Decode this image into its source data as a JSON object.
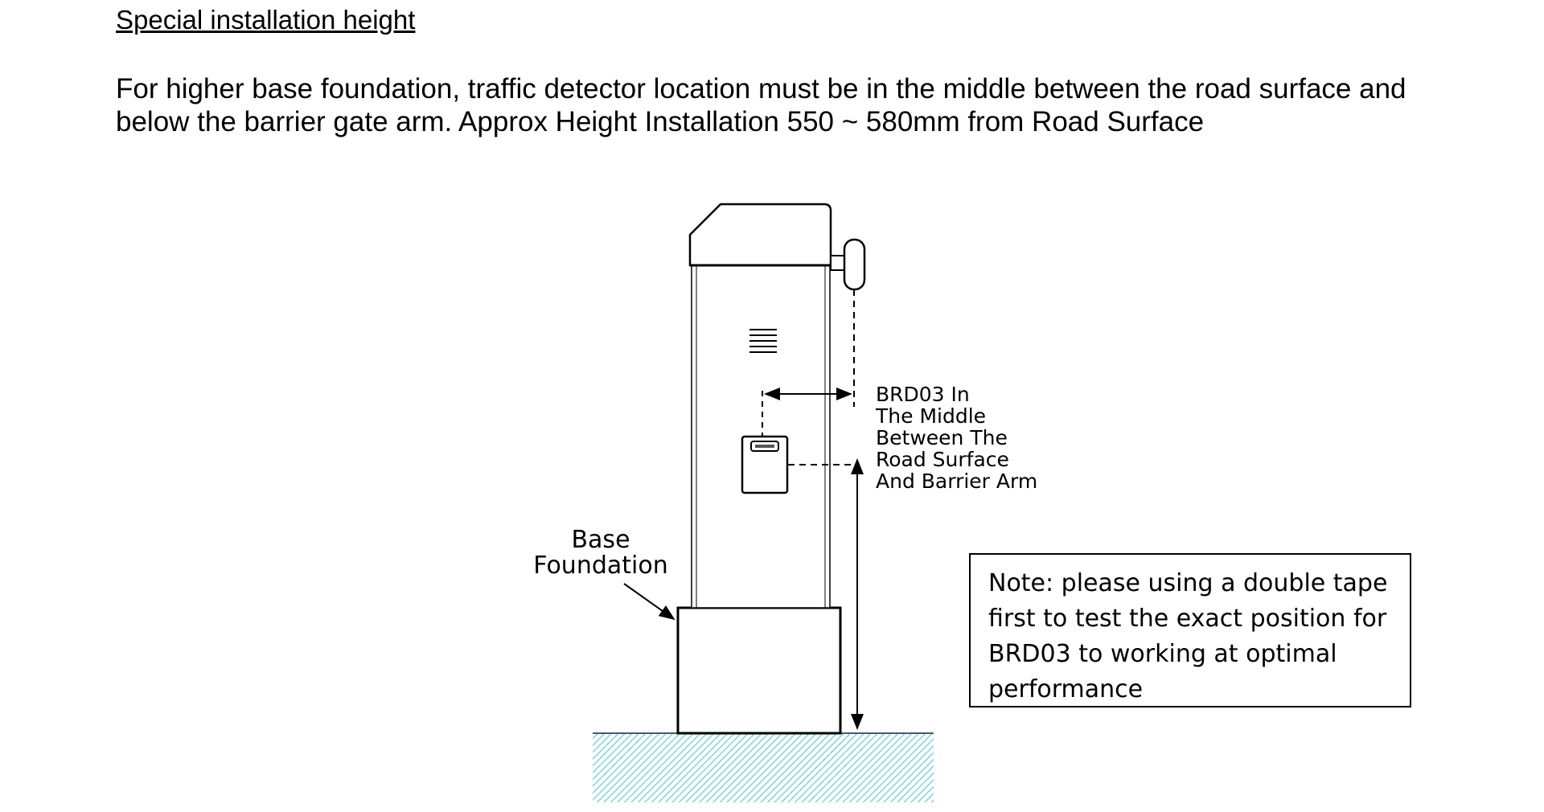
{
  "heading": "Special installation height",
  "intro": {
    "line1": "For higher base foundation, traffic detector location must be in the middle between the road surface and",
    "line2": "below the barrier gate arm. Approx Height Installation 550 ~ 580mm from Road Surface"
  },
  "diagram": {
    "label_base": [
      "Base",
      "Foundation"
    ],
    "label_brd": [
      "BRD03 In",
      "The Middle",
      "Between The",
      "Road Surface",
      "And Barrier Arm"
    ],
    "colors": {
      "ground_hatch": "#7fd3dc",
      "ground_line": "#4a5a6a",
      "outline": "#000000"
    }
  },
  "note": "Note: please using a double tape first to test the exact position for BRD03 to working at optimal performance"
}
